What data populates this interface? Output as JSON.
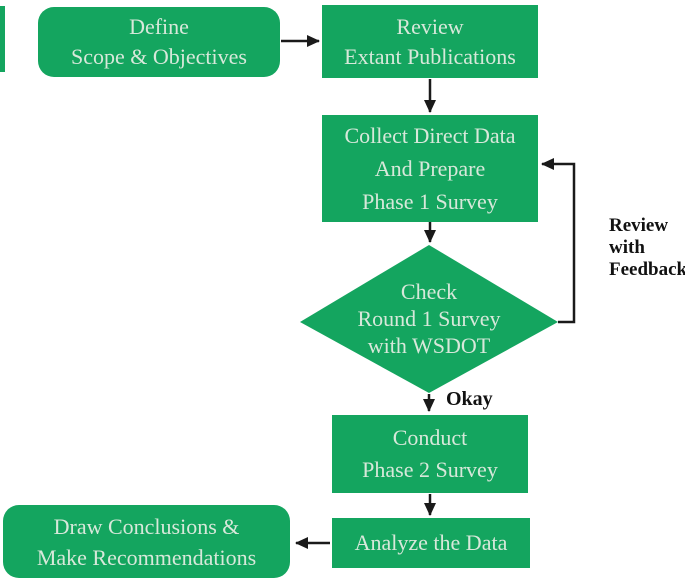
{
  "figure": {
    "type": "flowchart",
    "colors": {
      "background": "#ffffff",
      "node_fill": "#14a55f",
      "node_text": "#d7e8da",
      "connector": "#1a1a1a",
      "label_text": "#111111"
    },
    "nodes": [
      {
        "id": "define",
        "shape": "rounded-rect",
        "lines": [
          "Define",
          "Scope & Objectives"
        ]
      },
      {
        "id": "review-extant",
        "shape": "rect",
        "lines": [
          "Review",
          "Extant Publications"
        ]
      },
      {
        "id": "collect-data",
        "shape": "rect",
        "lines": [
          "Collect Direct Data",
          "And Prepare",
          "Phase 1 Survey"
        ]
      },
      {
        "id": "check-survey",
        "shape": "diamond",
        "lines": [
          "Check",
          "Round 1 Survey",
          "with WSDOT"
        ]
      },
      {
        "id": "conduct-survey",
        "shape": "rect",
        "lines": [
          "Conduct",
          "Phase 2 Survey"
        ]
      },
      {
        "id": "analyze-data",
        "shape": "rect",
        "lines": [
          "Analyze the Data"
        ]
      },
      {
        "id": "draw-conclusions",
        "shape": "rounded-rect",
        "lines": [
          "Draw Conclusions &",
          "Make Recommendations"
        ]
      }
    ],
    "edges": [
      {
        "from": "define",
        "to": "review-extant",
        "label": ""
      },
      {
        "from": "review-extant",
        "to": "collect-data",
        "label": ""
      },
      {
        "from": "collect-data",
        "to": "check-survey",
        "label": ""
      },
      {
        "from": "check-survey",
        "to": "conduct-survey",
        "label": "Okay"
      },
      {
        "from": "check-survey",
        "to": "collect-data",
        "label": "Review with Feedback"
      },
      {
        "from": "conduct-survey",
        "to": "analyze-data",
        "label": ""
      },
      {
        "from": "analyze-data",
        "to": "draw-conclusions",
        "label": ""
      }
    ],
    "labels": {
      "okay": "Okay",
      "feedback_lines": [
        "Review",
        "with",
        "Feedback"
      ]
    }
  }
}
